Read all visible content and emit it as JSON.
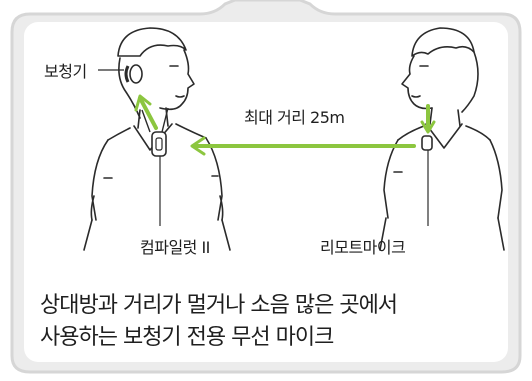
{
  "labels": {
    "hearing_aid": "보청기",
    "max_distance": "최대 거리 25m",
    "pilot": "컴파일럿 II",
    "remote_mic": "리모트마이크"
  },
  "caption": {
    "line1": "상대방과 거리가 멀거나 소음 많은 곳에서",
    "line2": "사용하는 보청기 전용 무선 마이크"
  },
  "colors": {
    "frame_bg": "#ececec",
    "frame_border": "#d6d6d6",
    "arrow_green": "#8cc63f",
    "line_art": "#2b2b2b",
    "text": "#1f1f1f"
  }
}
